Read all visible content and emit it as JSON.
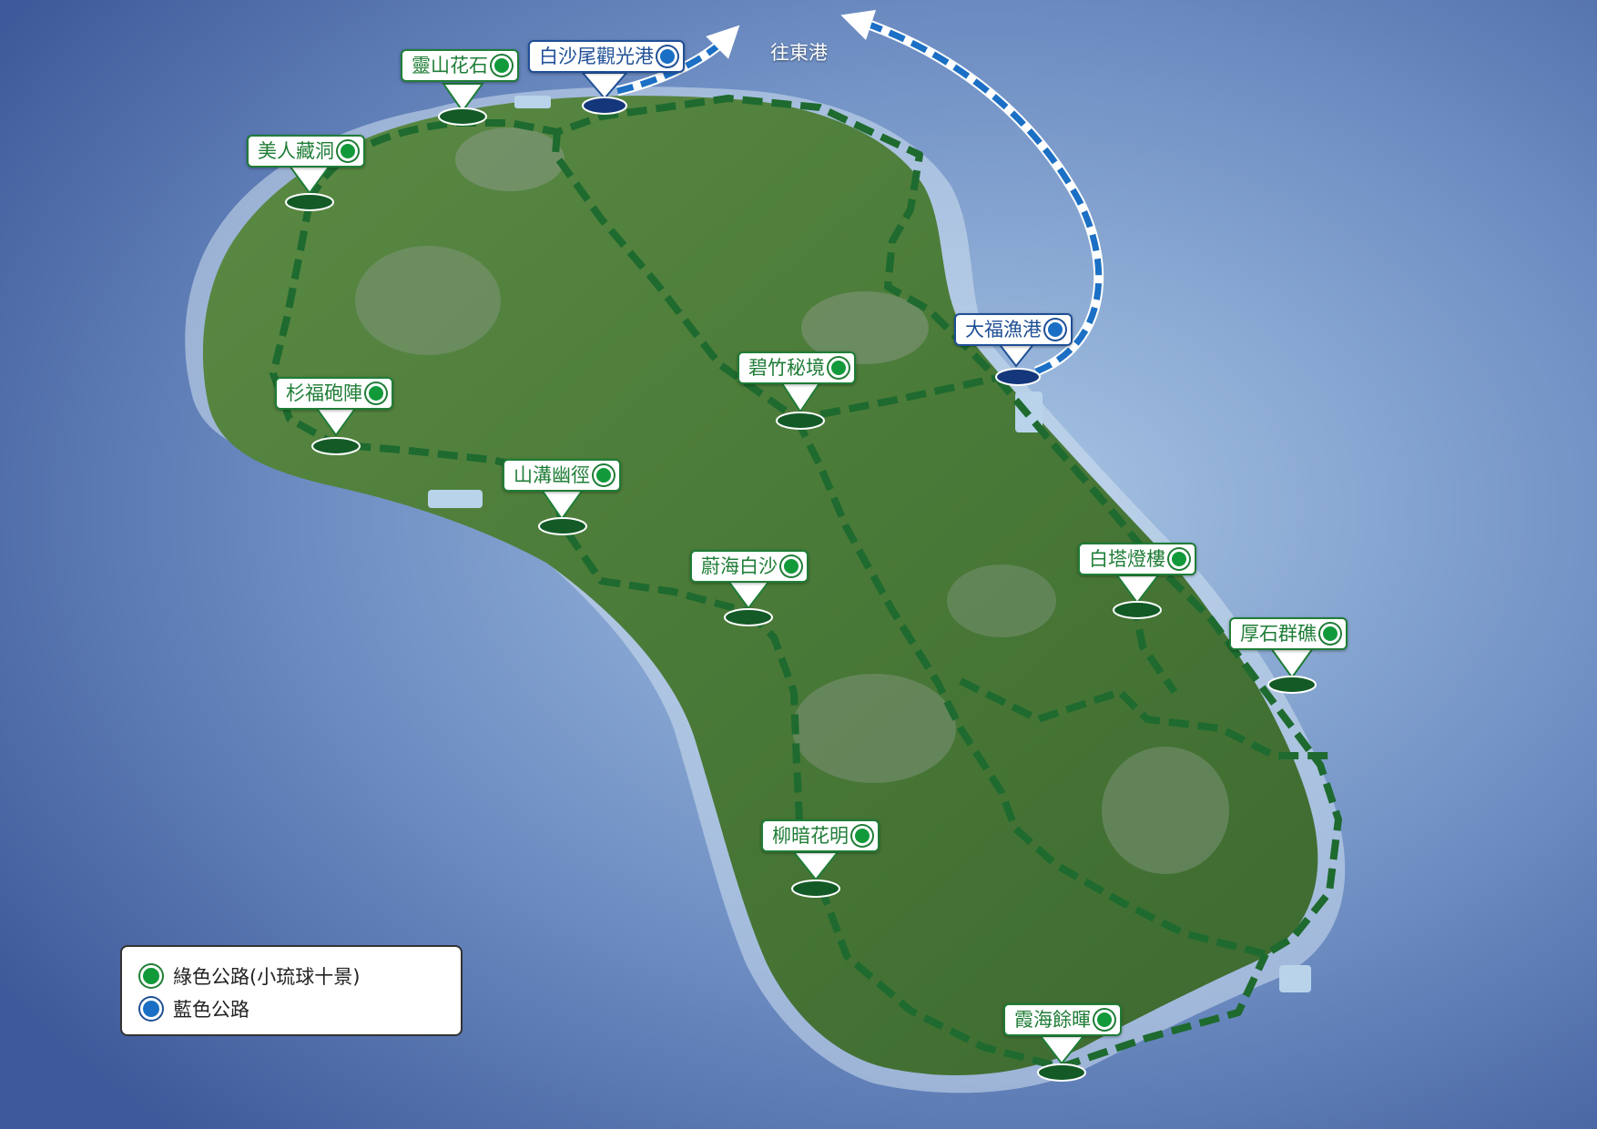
{
  "colors": {
    "sea_deep": "#3f5f9e",
    "sea_light": "#8fb2d8",
    "land": "#4f7f3c",
    "green_route": "#1f6b30",
    "blue_route": "#1b6fc4",
    "pin_green": "#1f7d37",
    "pin_blue": "#1f4f96"
  },
  "annotation": "往東港",
  "green_spots": [
    {
      "id": "lingshan",
      "label": "靈山花石"
    },
    {
      "id": "meiren",
      "label": "美人藏洞"
    },
    {
      "id": "shanfu",
      "label": "杉福砲陣"
    },
    {
      "id": "shangou",
      "label": "山溝幽徑"
    },
    {
      "id": "bizhu",
      "label": "碧竹秘境"
    },
    {
      "id": "weihai",
      "label": "蔚海白沙"
    },
    {
      "id": "liuan",
      "label": "柳暗花明"
    },
    {
      "id": "baita",
      "label": "白塔燈樓"
    },
    {
      "id": "houshi",
      "label": "厚石群礁"
    },
    {
      "id": "xiahai",
      "label": "霞海餘暉"
    }
  ],
  "blue_spots": [
    {
      "id": "baishawei",
      "label": "白沙尾觀光港"
    },
    {
      "id": "dafu",
      "label": "大福漁港"
    }
  ],
  "legend": {
    "green_label": "綠色公路(小琉球十景)",
    "blue_label": "藍色公路"
  }
}
